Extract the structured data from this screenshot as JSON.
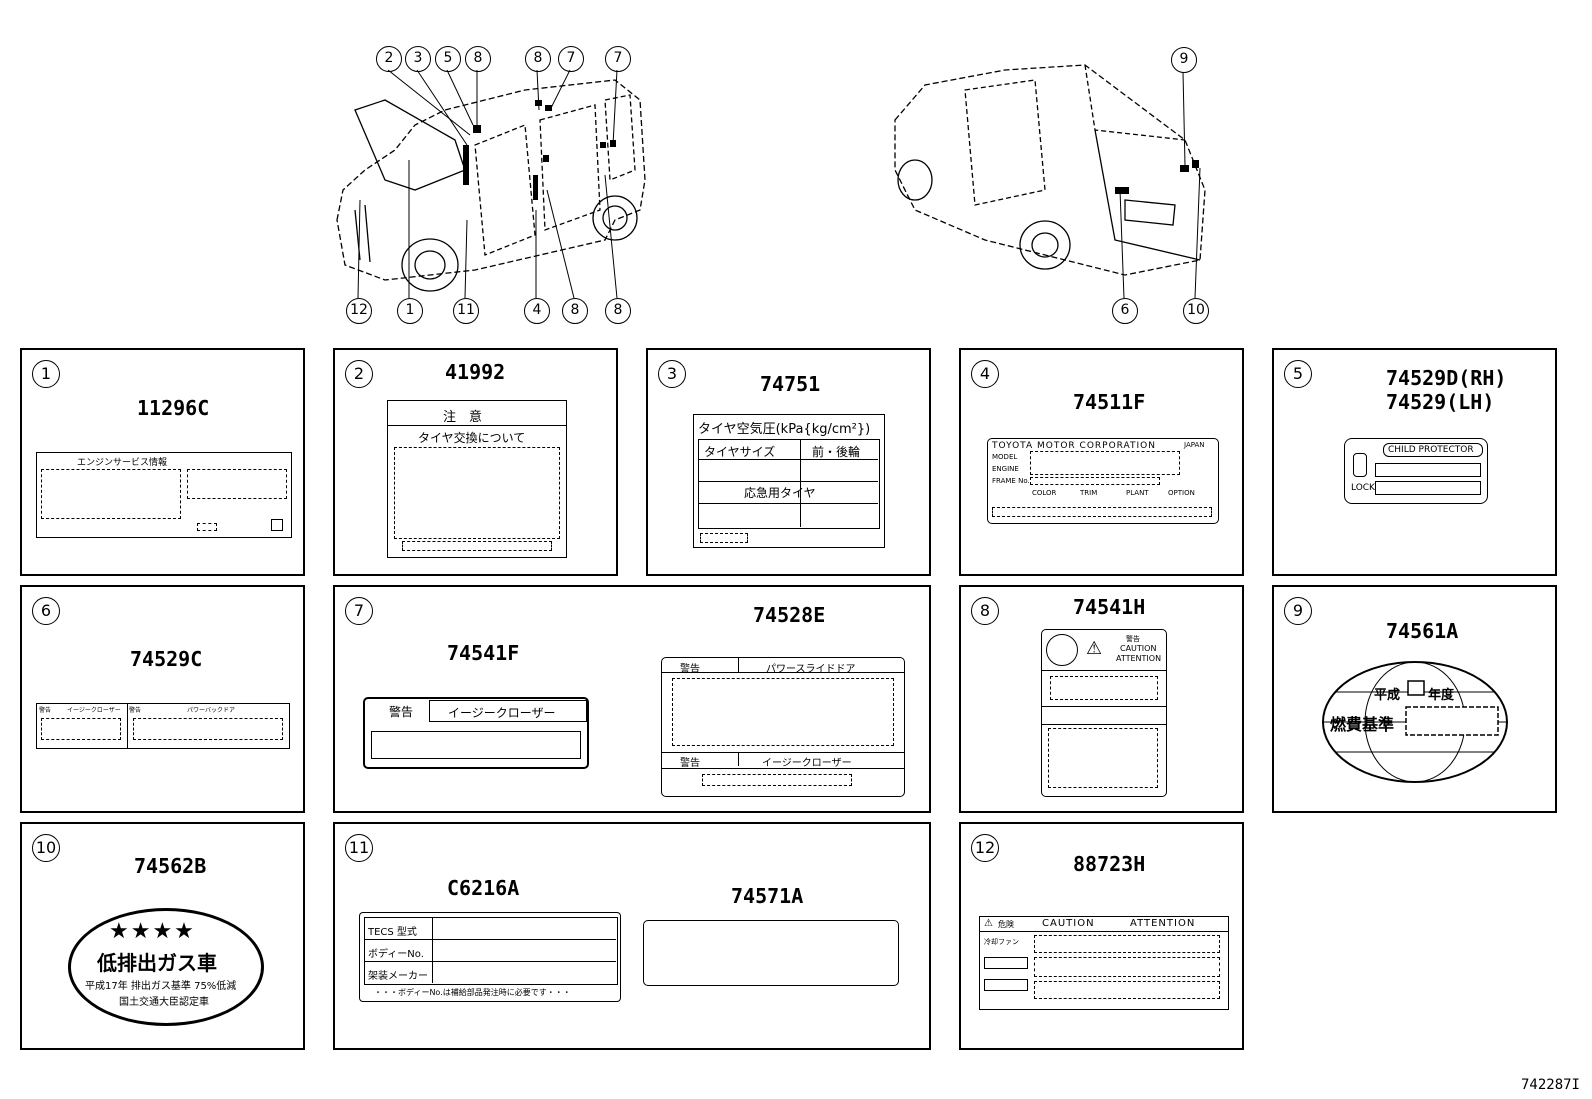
{
  "diagram_id": "742287I",
  "car_callouts_front": [
    "2",
    "3",
    "5",
    "8",
    "8",
    "7",
    "7",
    "12",
    "1",
    "11",
    "4",
    "8",
    "8"
  ],
  "car_callouts_rear": [
    "9",
    "6",
    "10"
  ],
  "panels": [
    {
      "num": "1",
      "parts": [
        "11296C"
      ],
      "label_text": [
        "エンジンサービス情報"
      ]
    },
    {
      "num": "2",
      "parts": [
        "41992"
      ],
      "label_text": [
        "注　意",
        "タイヤ交換について"
      ]
    },
    {
      "num": "3",
      "parts": [
        "74751"
      ],
      "label_text": [
        "タイヤ空気圧(kPa{kg/cm²})",
        "タイヤサイズ",
        "前・後輪",
        "応急用タイヤ"
      ]
    },
    {
      "num": "4",
      "parts": [
        "74511F"
      ],
      "label_text": [
        "TOYOTA MOTOR CORPORATION",
        "JAPAN",
        "MODEL",
        "ENGINE",
        "FRAME No.",
        "COLOR",
        "TRIM",
        "PLANT",
        "OPTION"
      ]
    },
    {
      "num": "5",
      "parts": [
        "74529D(RH)",
        "74529(LH)"
      ],
      "label_text": [
        "CHILD PROTECTOR",
        "LOCK"
      ]
    },
    {
      "num": "6",
      "parts": [
        "74529C"
      ],
      "label_text": [
        "警告",
        "イージークローザー",
        "警告",
        "パワーバックドア"
      ]
    },
    {
      "num": "7",
      "parts": [
        "74541F",
        "74528E"
      ],
      "label_text": [
        "警告",
        "イージークローザー",
        "警告",
        "パワースライドドア",
        "警告",
        "イージークローザー"
      ]
    },
    {
      "num": "8",
      "parts": [
        "74541H"
      ],
      "label_text": [
        "警告",
        "CAUTION",
        "ATTENTION"
      ]
    },
    {
      "num": "9",
      "parts": [
        "74561A"
      ],
      "label_text": [
        "平成",
        "年度",
        "燃費基準"
      ]
    },
    {
      "num": "10",
      "parts": [
        "74562B"
      ],
      "label_text": [
        "★★★★",
        "低排出ガス車",
        "平成17年 排出ガス基準 75%低減",
        "国土交通大臣認定車"
      ]
    },
    {
      "num": "11",
      "parts": [
        "C6216A",
        "74571A"
      ],
      "label_text": [
        "TECS 型式",
        "ボディーNo.",
        "架装メーカー",
        "・・・ボディーNo.は補給部品発注時に必要です・・・"
      ]
    },
    {
      "num": "12",
      "parts": [
        "88723H"
      ],
      "label_text": [
        "危険",
        "CAUTION",
        "ATTENTION",
        "冷却ファン"
      ]
    }
  ]
}
